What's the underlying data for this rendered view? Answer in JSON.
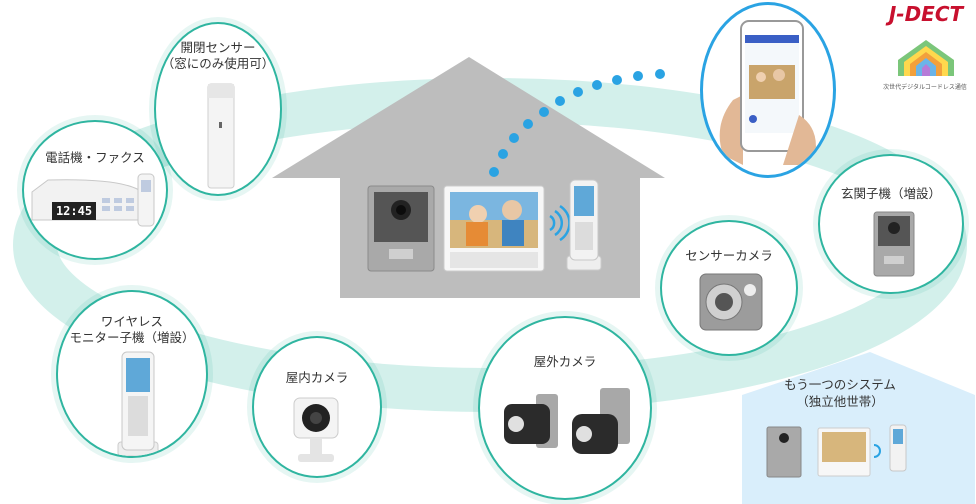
{
  "brand": {
    "logo": "J-DECT",
    "tagline": "次世代デジタルコードレス通信"
  },
  "devices": {
    "open_close_sensor": {
      "line1": "開閉センサー",
      "line2": "（窓にのみ使用可）"
    },
    "phone_fax": {
      "label": "電話機・ファクス",
      "clock": "12:45"
    },
    "wireless_monitor": {
      "line1": "ワイヤレス",
      "line2": "モニター子機（増設）"
    },
    "indoor_camera": {
      "label": "屋内カメラ"
    },
    "outdoor_camera": {
      "label": "屋外カメラ"
    },
    "sensor_camera": {
      "label": "センサーカメラ"
    },
    "entrance_unit": {
      "label": "玄関子機（増設）"
    },
    "other_system": {
      "line1": "もう一つのシステム",
      "line2": "（独立他世帯）"
    }
  },
  "colors": {
    "ring": "#c6ece6",
    "circle_border": "#2fb5a0",
    "house": "#b9b9b9",
    "dots": "#2aa3e3",
    "blue_house": "#d5ecfa",
    "phone_ring": "#2aa3e3"
  }
}
